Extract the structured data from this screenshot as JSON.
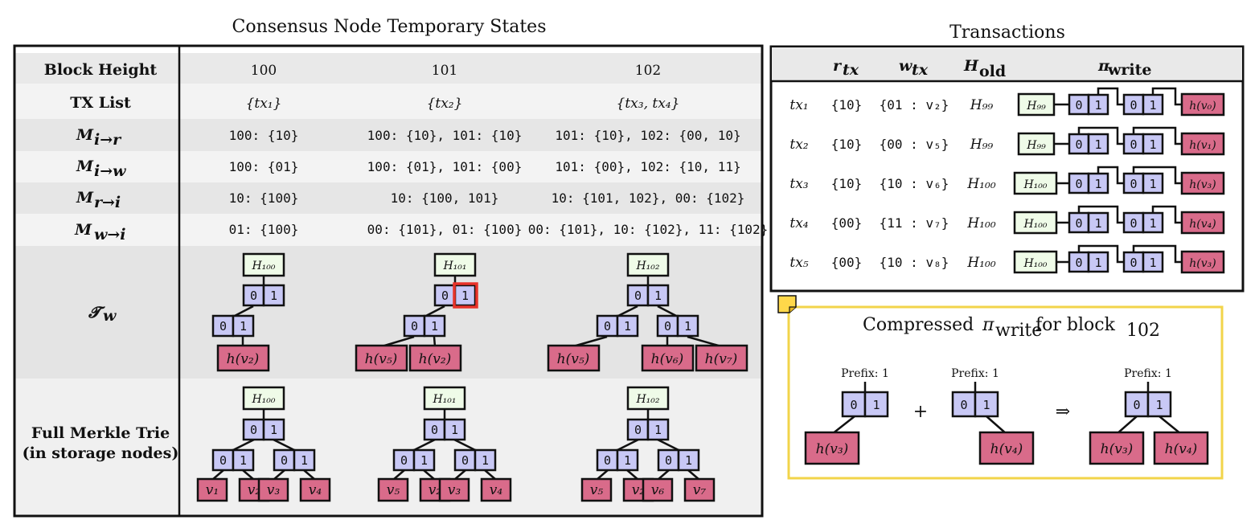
{
  "left": {
    "title": "Consensus Node Temporary States",
    "row_headers": {
      "block_height": "Block Height",
      "tx_list": "TX List",
      "m_ir": "M",
      "m_ir_sub": "i→r",
      "m_iw": "M",
      "m_iw_sub": "i→w",
      "m_ri": "M",
      "m_ri_sub": "r→i",
      "m_wi": "M",
      "m_wi_sub": "w→i",
      "tw": "𝓣",
      "tw_sub": "w",
      "full1": "Full Merkle Trie",
      "full2": "(in storage nodes)"
    },
    "columns": [
      {
        "height": "100",
        "tx_list": "{tx₁}",
        "m_ir": "100: {10}",
        "m_iw": "100: {01}",
        "m_ri": "10: {100}",
        "m_wi": "01: {100}",
        "tw_root": "H₁₀₀",
        "tw_leaves": [
          "h(v₂)"
        ],
        "full_root": "H₁₀₀",
        "full_leaves": [
          "v₁",
          "v₂",
          "v₃",
          "v₄"
        ]
      },
      {
        "height": "101",
        "tx_list": "{tx₂}",
        "m_ir": "100: {10}, 101: {10}",
        "m_iw": "100: {01}, 101: {00}",
        "m_ri": "10: {100, 101}",
        "m_wi": "00: {101}, 01: {100}",
        "tw_root": "H₁₀₁",
        "tw_leaves": [
          "h(v₅)",
          "h(v₂)"
        ],
        "full_root": "H₁₀₁",
        "full_leaves": [
          "v₅",
          "v₂",
          "v₃",
          "v₄"
        ]
      },
      {
        "height": "102",
        "tx_list": "{tx₃, tx₄}",
        "m_ir": "101: {10}, 102: {00, 10}",
        "m_iw": "101: {00}, 102: {10, 11}",
        "m_ri": "10: {101, 102}, 00: {102}",
        "m_wi": "00: {101}, 10: {102}, 11: {102}",
        "tw_root": "H₁₀₂",
        "tw_leaves": [
          "h(v₅)",
          "h(v₆)",
          "h(v₇)"
        ],
        "full_root": "H₁₀₂",
        "full_leaves": [
          "v₅",
          "v₂",
          "v₆",
          "v₇"
        ]
      }
    ]
  },
  "right": {
    "title": "Transactions",
    "headers": {
      "r": "r",
      "r_sub": "tx",
      "w": "w",
      "w_sub": "tx",
      "h": "H",
      "h_sub": "old",
      "pi": "π",
      "pi_sub": "write"
    },
    "rows": [
      {
        "tx": "tx₁",
        "r": "{10}",
        "w": "{01 : v₂}",
        "h": "H₉₉",
        "root": "H₉₉",
        "leaf": "h(v₀)",
        "color": "#111111"
      },
      {
        "tx": "tx₂",
        "r": "{10}",
        "w": "{00 : v₅}",
        "h": "H₉₉",
        "root": "H₉₉",
        "leaf": "h(v₁)",
        "color": "#111111"
      },
      {
        "tx": "tx₃",
        "r": "{10}",
        "w": "{10 : v₆}",
        "h": "H₁₀₀",
        "root": "H₁₀₀",
        "leaf": "h(v₃)",
        "color": "#2e9e4f"
      },
      {
        "tx": "tx₄",
        "r": "{00}",
        "w": "{11 : v₇}",
        "h": "H₁₀₀",
        "root": "H₁₀₀",
        "leaf": "h(v₄)",
        "color": "#2e9e4f"
      },
      {
        "tx": "tx₅",
        "r": "{00}",
        "w": "{10 : v₈}",
        "h": "H₁₀₀",
        "root": "H₁₀₀",
        "leaf": "h(v₃)",
        "color": "#e03a3a"
      }
    ]
  },
  "compressed": {
    "title_pre": "Compressed ",
    "title_pi": "π",
    "title_pi_sub": "write",
    "title_mid": " for block",
    "title_block_sub": "102",
    "prefix": "Prefix: 1",
    "plus": "+",
    "implies": "⇒",
    "leaf_a": "h(v₃)",
    "leaf_b": "h(v₄)"
  },
  "bits": {
    "zero": "0",
    "one": "1"
  },
  "colors": {
    "node_fill": "#c8c8f5",
    "leaf_fill": "#d96b8a",
    "root_fill": "#effbe8",
    "highlight": "#e8322a",
    "yellow_border": "#f2d44a",
    "note_fill": "#ffd84a"
  }
}
